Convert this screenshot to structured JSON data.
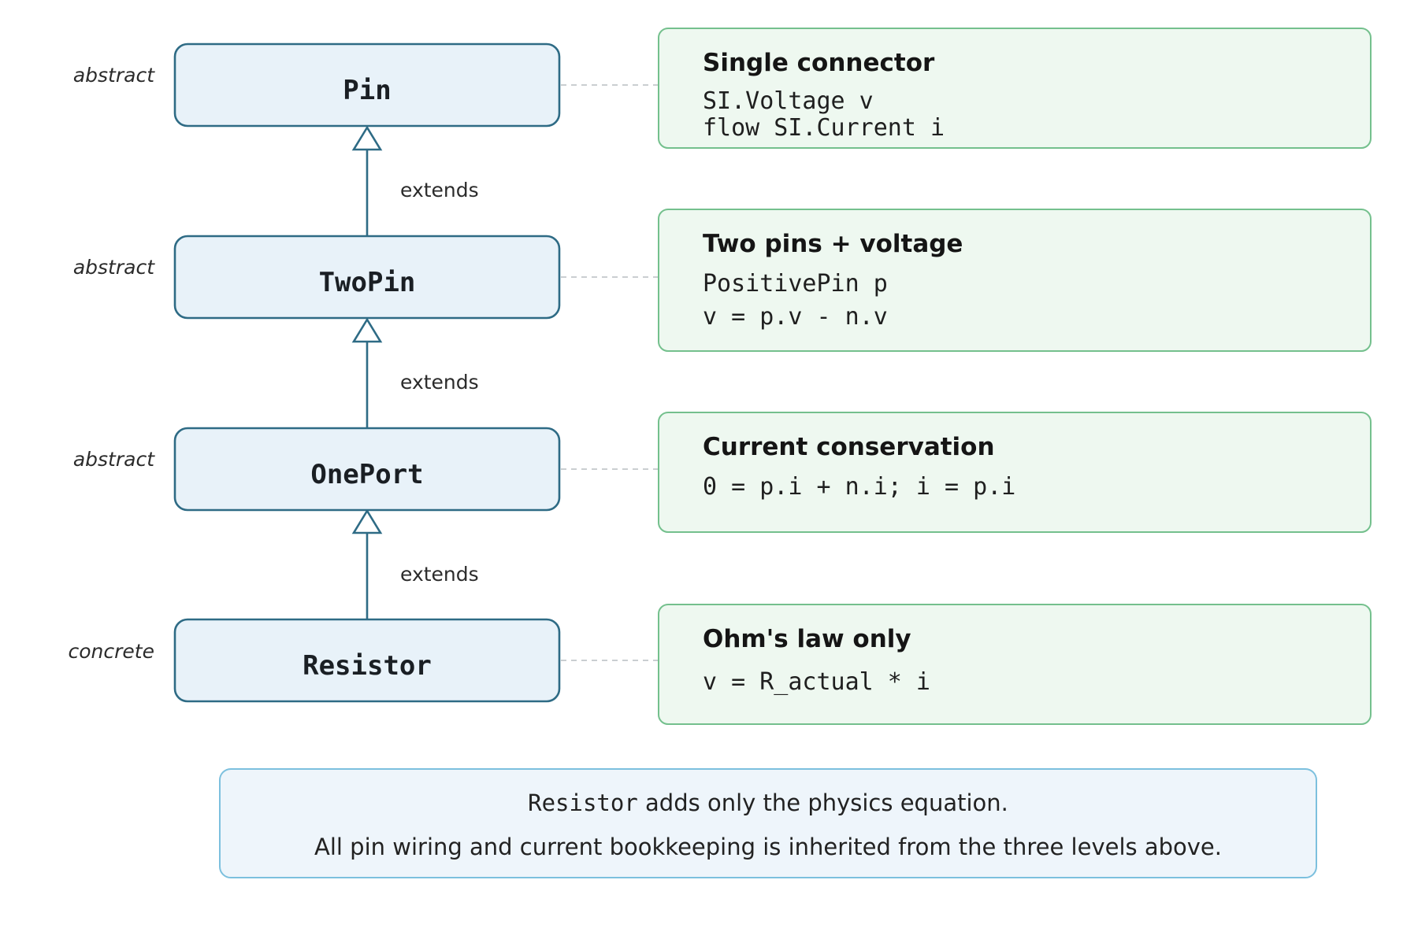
{
  "classes": [
    {
      "name": "Pin",
      "kind": "abstract"
    },
    {
      "name": "TwoPin",
      "kind": "abstract"
    },
    {
      "name": "OnePort",
      "kind": "abstract"
    },
    {
      "name": "Resistor",
      "kind": "concrete"
    }
  ],
  "edges": [
    {
      "from": "TwoPin",
      "to": "Pin",
      "label": "extends"
    },
    {
      "from": "OnePort",
      "to": "TwoPin",
      "label": "extends"
    },
    {
      "from": "Resistor",
      "to": "OnePort",
      "label": "extends"
    }
  ],
  "notes": [
    {
      "for": "Pin",
      "title": "Single connector",
      "lines": [
        "SI.Voltage v",
        "flow SI.Current i"
      ]
    },
    {
      "for": "TwoPin",
      "title": "Two pins + voltage",
      "lines": [
        "PositivePin p",
        "v = p.v - n.v"
      ]
    },
    {
      "for": "OnePort",
      "title": "Current conservation",
      "lines": [
        "0 = p.i + n.i; i = p.i"
      ]
    },
    {
      "for": "Resistor",
      "title": "Ohm's law only",
      "lines": [
        "v = R_actual * i"
      ]
    }
  ],
  "summary": {
    "line1_code": "Resistor",
    "line1_rest": " adds only the physics equation.",
    "line2": "All pin wiring and current bookkeeping is inherited from the three levels above."
  },
  "colors": {
    "class_fill": "#e8f2f9",
    "class_stroke": "#2e6b85",
    "note_fill": "#eef8f0",
    "note_stroke": "#74c08d",
    "summary_fill": "#eef5fb",
    "summary_stroke": "#7cc0de"
  }
}
